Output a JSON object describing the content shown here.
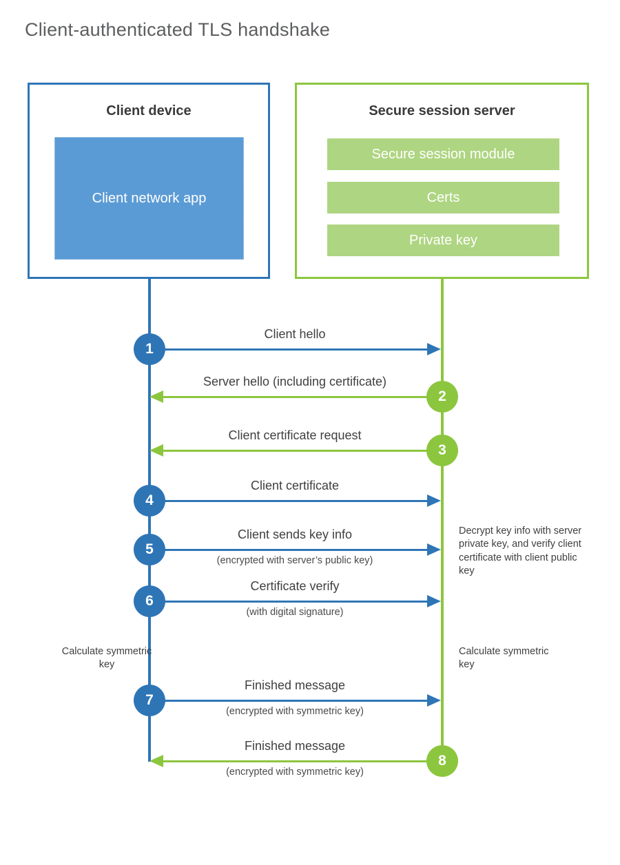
{
  "title": "Client-authenticated TLS handshake",
  "colors": {
    "client_blue": "#2e75b6",
    "client_app_fill": "#5b9bd5",
    "server_green": "#8cc63e",
    "server_bar_fill": "#aed581",
    "title_gray": "#5d5e60",
    "text_gray": "#3f3f3f"
  },
  "client": {
    "box_title": "Client device",
    "app_label": "Client network app"
  },
  "server": {
    "box_title": "Secure session server",
    "bars": [
      {
        "label": "Secure session module"
      },
      {
        "label": "Certs"
      },
      {
        "label": "Private key"
      }
    ]
  },
  "steps": [
    {
      "number": "1",
      "direction": "to-server",
      "label": "Client hello",
      "sublabel": ""
    },
    {
      "number": "2",
      "direction": "to-client",
      "label": "Server hello (including certificate)",
      "sublabel": ""
    },
    {
      "number": "3",
      "direction": "to-client",
      "label": "Client certificate request",
      "sublabel": ""
    },
    {
      "number": "4",
      "direction": "to-server",
      "label": "Client certificate",
      "sublabel": ""
    },
    {
      "number": "5",
      "direction": "to-server",
      "label": "Client sends key info",
      "sublabel": "(encrypted with server’s public key)"
    },
    {
      "number": "6",
      "direction": "to-server",
      "label": "Certificate verify",
      "sublabel": "(with digital signature)"
    },
    {
      "number": "7",
      "direction": "to-server",
      "label": "Finished message",
      "sublabel": "(encrypted with symmetric key)"
    },
    {
      "number": "8",
      "direction": "to-client",
      "label": "Finished message",
      "sublabel": "(encrypted with symmetric key)"
    }
  ],
  "notes": {
    "server_decrypt": "Decrypt key info with server private key, and verify client certificate with client public key",
    "client_calculate": "Calculate symmetric key",
    "server_calculate": "Calculate symmetric key"
  }
}
